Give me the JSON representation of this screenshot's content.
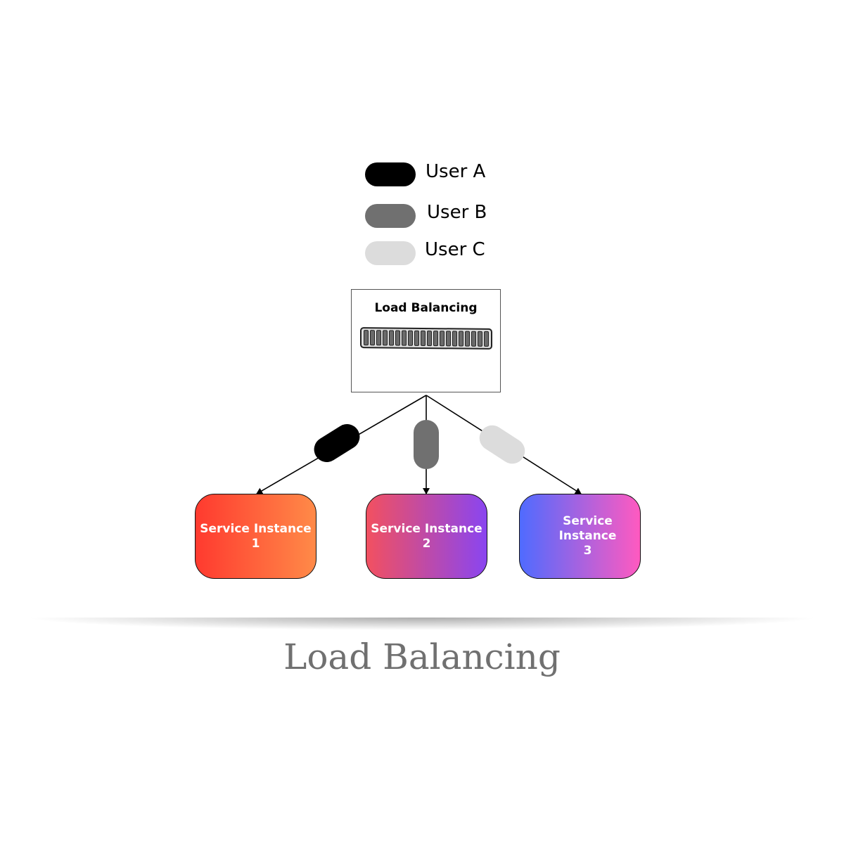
{
  "legend": [
    {
      "label": "User A",
      "color": "#000000"
    },
    {
      "label": "User B",
      "color": "#707070"
    },
    {
      "label": "User C",
      "color": "#dcdcdc"
    }
  ],
  "load_balancer": {
    "title": "Load Balancing"
  },
  "services": [
    {
      "line1": "Service Instance",
      "line2": "1",
      "gradient": [
        "#ff3a2f",
        "#ff8a48"
      ]
    },
    {
      "line1": "Service Instance",
      "line2": "2",
      "gradient": [
        "#f25060",
        "#8a45f0"
      ]
    },
    {
      "line1": "Service Instance",
      "line2": "3",
      "gradient": [
        "#4f6bff",
        "#ff5ac0"
      ]
    }
  ],
  "caption": "Load Balancing"
}
